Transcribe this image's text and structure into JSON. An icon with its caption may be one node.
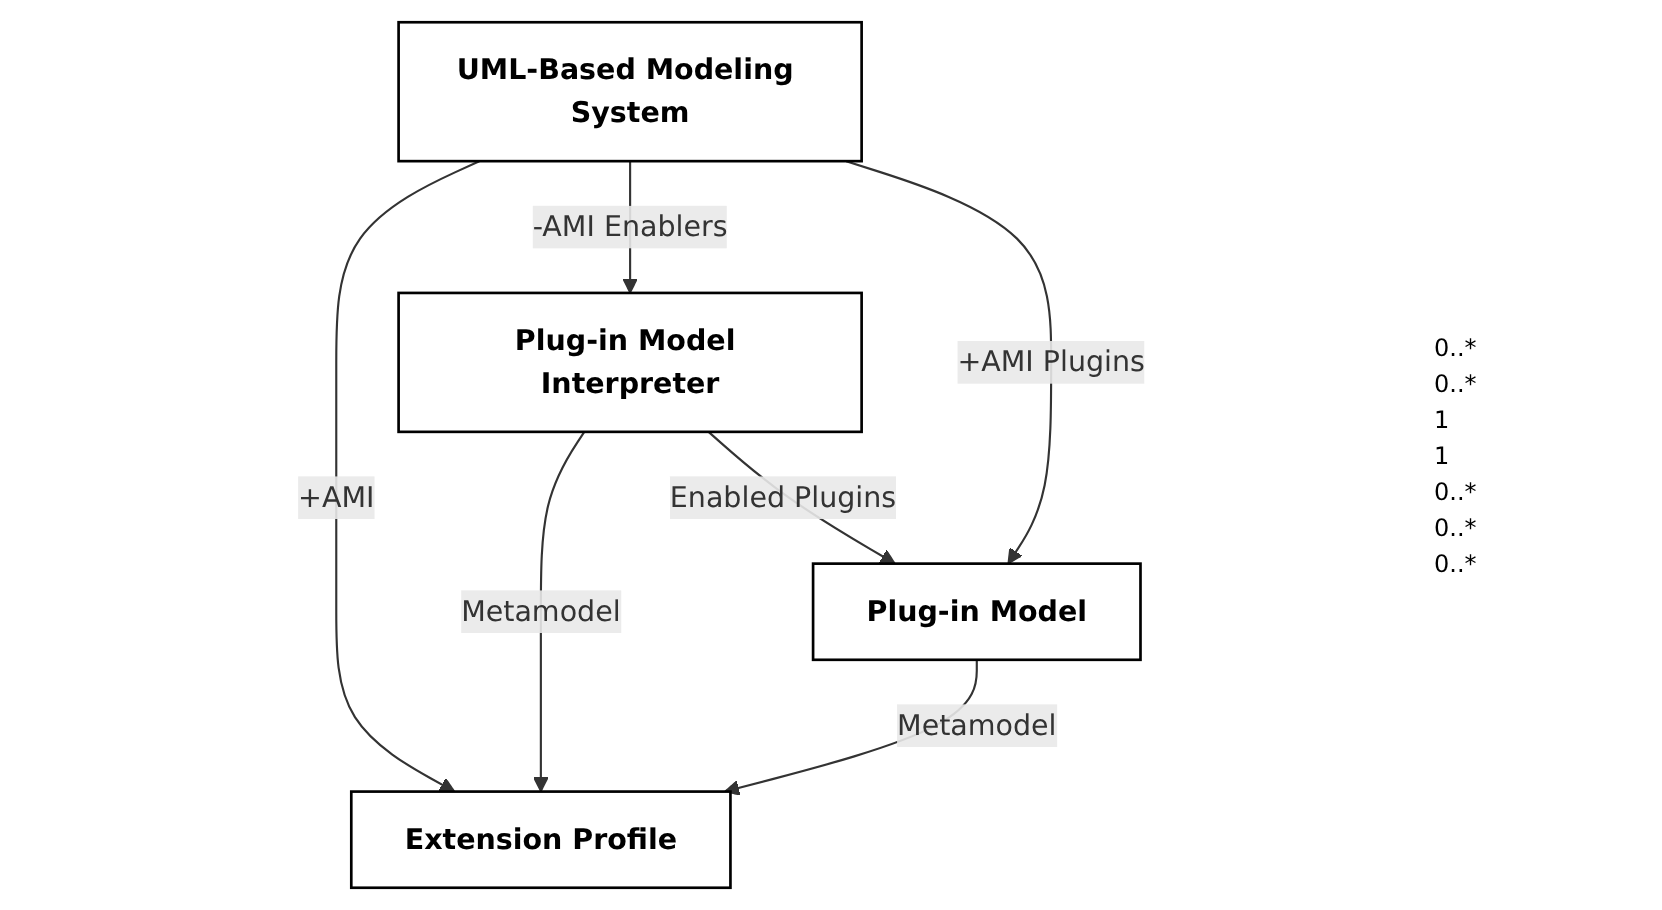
{
  "diagram": {
    "nodes": [
      {
        "text": [
          "UML-Based Modeling System"
        ]
      },
      {
        "text": [
          "Extension Profile"
        ]
      },
      {
        "text": [
          "Plug-in Model Interpreter"
        ]
      },
      {
        "text": [
          "Plug-in Model"
        ]
      }
    ],
    "edges": [
      {
        "from": 0,
        "to": 1,
        "arrow": "to",
        "label": "+AMI"
      },
      {
        "from": 0,
        "to": 2,
        "arrow": "to",
        "label": "-AMI Enablers"
      },
      {
        "from": 0,
        "to": 3,
        "arrow": "to",
        "label": "+AMI Plugins"
      },
      {
        "from": 2,
        "to": 1,
        "arrow": "to",
        "label": "Metamodel"
      },
      {
        "from": 3,
        "to": 1,
        "arrow": "to",
        "label": "Metamodel"
      },
      {
        "from": 2,
        "to": 3,
        "arrow": "to",
        "label": "Enabled Plugins"
      }
    ],
    "labels": [
      "0..*",
      "0..*",
      "1",
      "1",
      "0..*",
      "0..*",
      "0..*"
    ]
  }
}
